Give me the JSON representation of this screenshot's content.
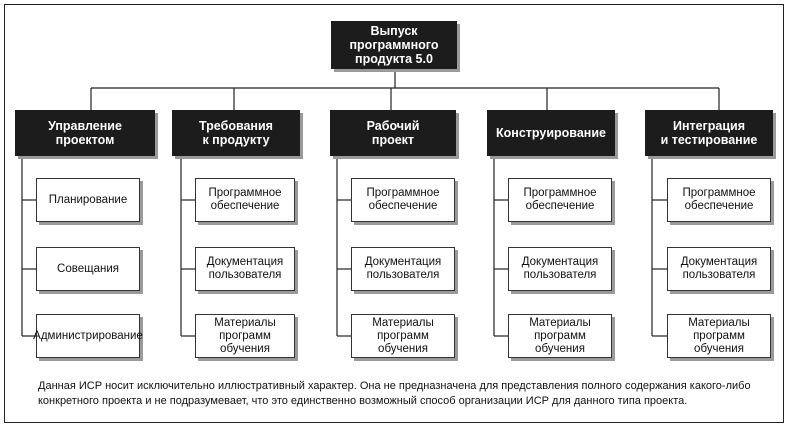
{
  "root": {
    "label": "Выпуск\nпрограммного\nпродукта 5.0"
  },
  "branches": [
    {
      "label": "Управление\nпроектом",
      "children": [
        "Планирование",
        "Совещания",
        "Администрирование"
      ]
    },
    {
      "label": "Требования\nк продукту",
      "children": [
        "Программное\nобеспечение",
        "Документация\nпользователя",
        "Материалы\nпрограмм\nобучения"
      ]
    },
    {
      "label": "Рабочий\nпроект",
      "children": [
        "Программное\nобеспечение",
        "Документация\nпользователя",
        "Материалы\nпрограмм\nобучения"
      ]
    },
    {
      "label": "Конструирование",
      "children": [
        "Программное\nобеспечение",
        "Документация\nпользователя",
        "Материалы\nпрограмм\nобучения"
      ]
    },
    {
      "label": "Интеграция\nи тестирование",
      "children": [
        "Программное\nобеспечение",
        "Документация\nпользователя",
        "Материалы\nпрограмм\nобучения"
      ]
    }
  ],
  "footnote": "Данная ИСР носит исключительно иллюстративный характер. Она не предназначена для представления полного содержания какого-либо конкретного проекта и не подразумевает, что это единственно возможный способ организации ИСР для данного типа проекта."
}
